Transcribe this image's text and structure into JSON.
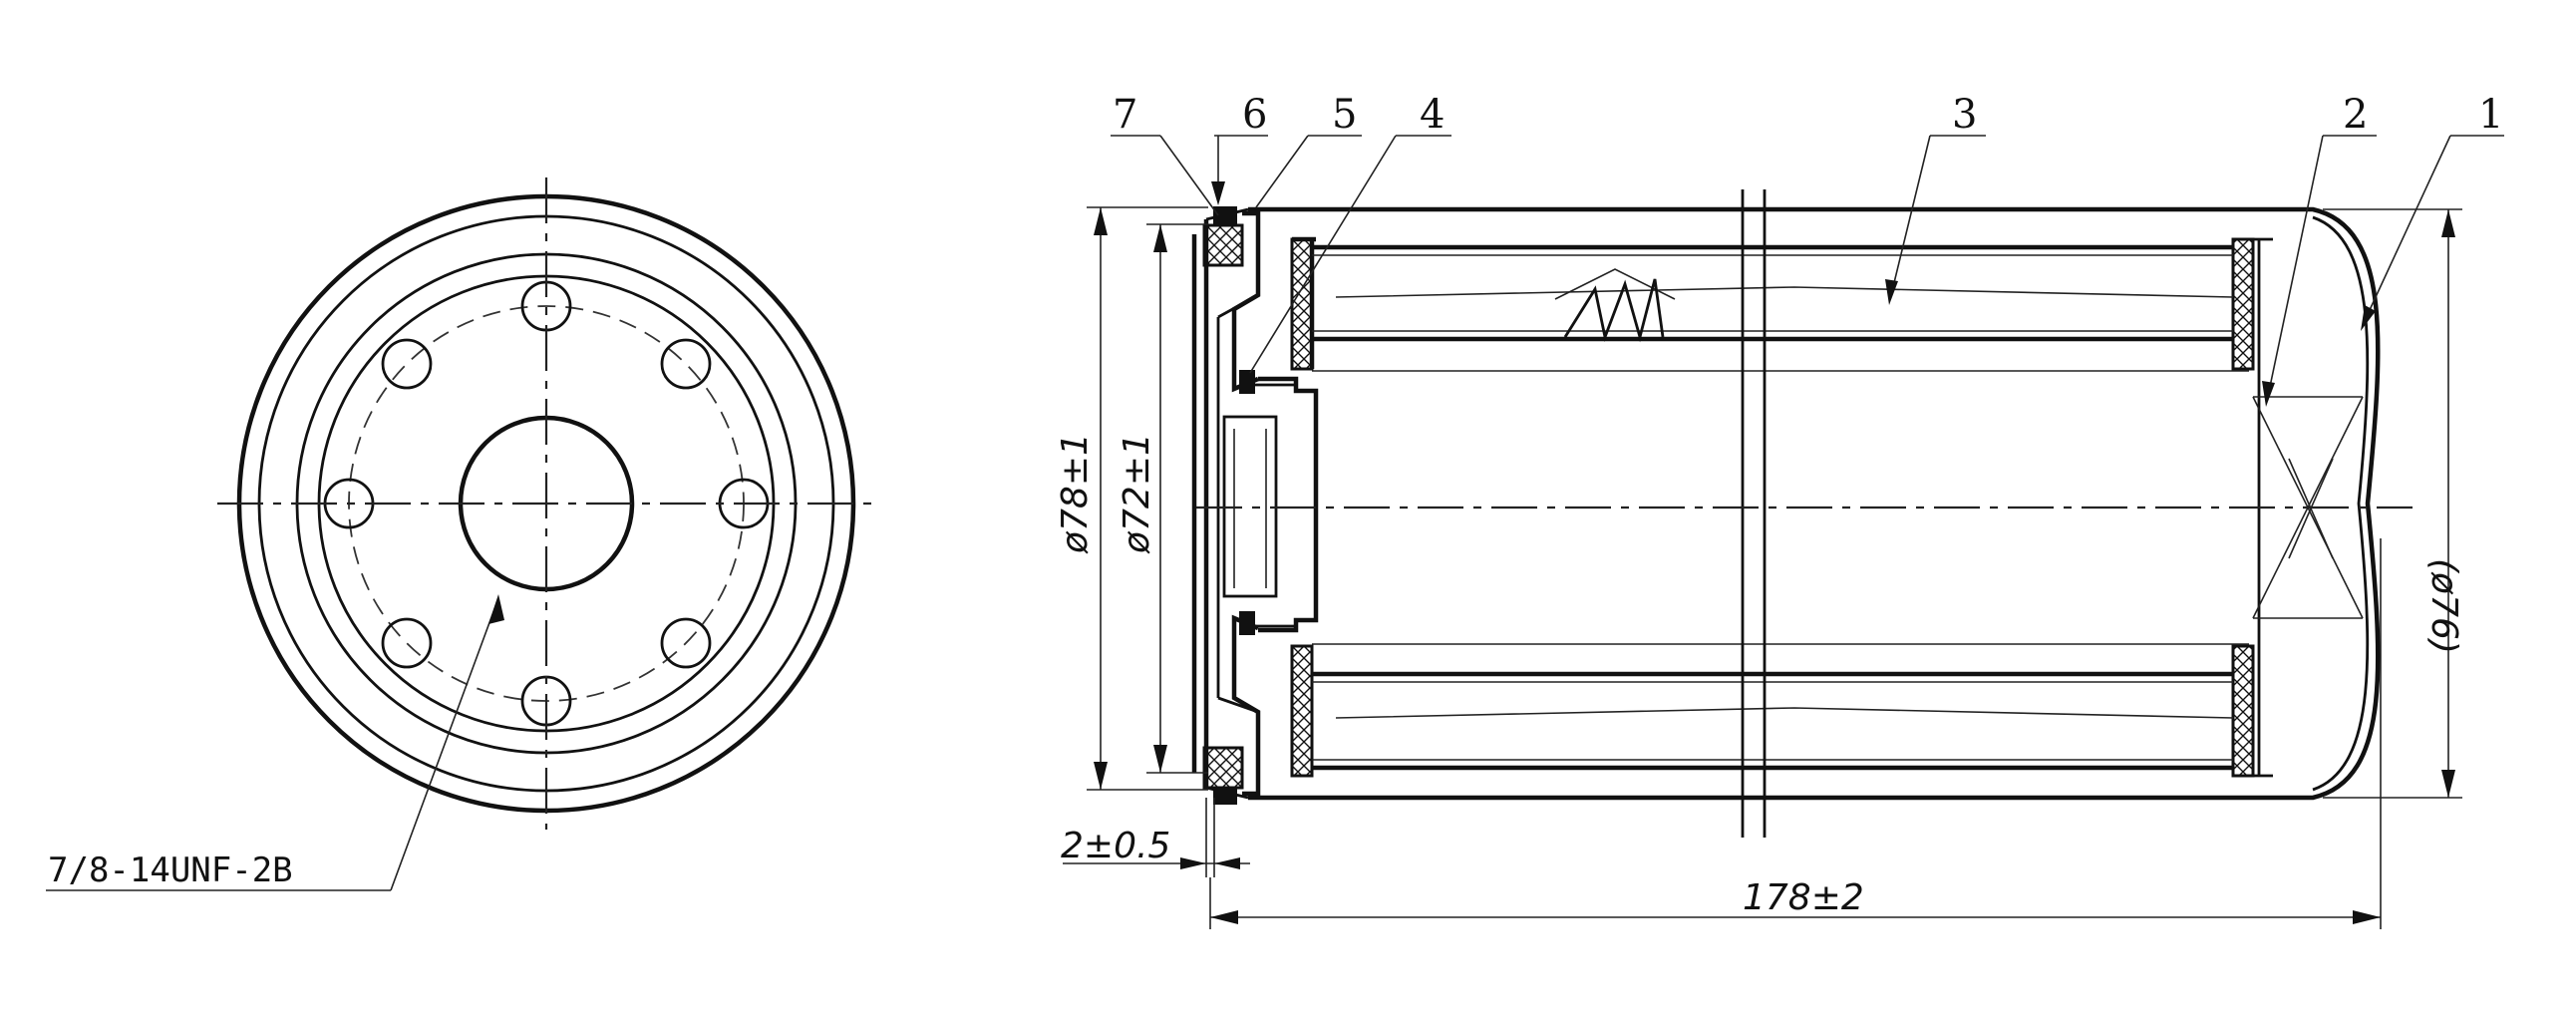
{
  "front_view": {
    "thread_label": "7/8-14UNF-2B"
  },
  "section_view": {
    "part_numbers": [
      "7",
      "6",
      "5",
      "4",
      "3",
      "2",
      "1"
    ],
    "dimensions": {
      "outer_seal_diameter": "ø78±1",
      "inner_seal_diameter": "ø72±1",
      "body_diameter": "(ø76)",
      "gasket_offset": "2±0.5",
      "overall_length": "178±2"
    }
  }
}
